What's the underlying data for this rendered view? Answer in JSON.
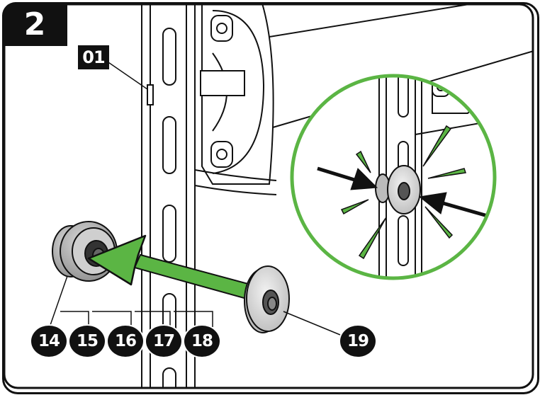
{
  "step": {
    "number": "2"
  },
  "parts": {
    "label_01": "01",
    "callouts": [
      "14",
      "15",
      "16",
      "17",
      "18",
      "19"
    ]
  },
  "colors": {
    "accent_green": "#5bb544",
    "dark_green": "#2f8a2a",
    "ink": "#111111"
  },
  "icons": [
    "insert-arrow-icon",
    "pointer-arrow-icon",
    "burst-rays-icon"
  ]
}
